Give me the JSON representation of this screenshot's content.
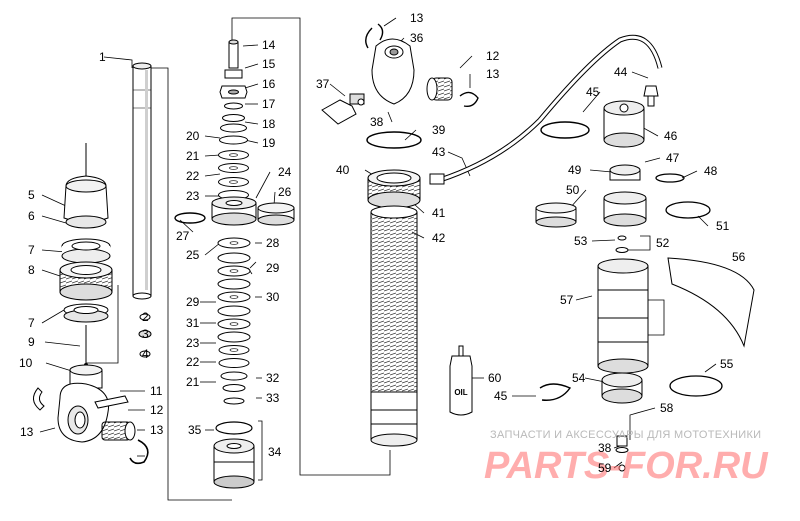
{
  "bottle_label": "OIL",
  "watermark": {
    "caption": "ЗАПЧАСТИ И АКСЕССУАРЫ ДЛЯ МОТОТЕХНИКИ",
    "brand": "PARTS-FOR.RU"
  },
  "callouts": [
    {
      "id": "c1",
      "text": "1"
    },
    {
      "id": "c2",
      "text": "2"
    },
    {
      "id": "c3",
      "text": "3"
    },
    {
      "id": "c4",
      "text": "4"
    },
    {
      "id": "c5",
      "text": "5"
    },
    {
      "id": "c6",
      "text": "6"
    },
    {
      "id": "c7a",
      "text": "7"
    },
    {
      "id": "c8",
      "text": "8"
    },
    {
      "id": "c7b",
      "text": "7"
    },
    {
      "id": "c9",
      "text": "9"
    },
    {
      "id": "c10",
      "text": "10"
    },
    {
      "id": "c11",
      "text": "11"
    },
    {
      "id": "c12a",
      "text": "12"
    },
    {
      "id": "c13a",
      "text": "13"
    },
    {
      "id": "c13b",
      "text": "13"
    },
    {
      "id": "c14",
      "text": "14"
    },
    {
      "id": "c15",
      "text": "15"
    },
    {
      "id": "c16",
      "text": "16"
    },
    {
      "id": "c17",
      "text": "17"
    },
    {
      "id": "c18",
      "text": "18"
    },
    {
      "id": "c19",
      "text": "19"
    },
    {
      "id": "c20",
      "text": "20"
    },
    {
      "id": "c21a",
      "text": "21"
    },
    {
      "id": "c22a",
      "text": "22"
    },
    {
      "id": "c23a",
      "text": "23"
    },
    {
      "id": "c24",
      "text": "24"
    },
    {
      "id": "c26",
      "text": "26"
    },
    {
      "id": "c27",
      "text": "27"
    },
    {
      "id": "c28",
      "text": "28"
    },
    {
      "id": "c25",
      "text": "25"
    },
    {
      "id": "c29a",
      "text": "29"
    },
    {
      "id": "c29b",
      "text": "29"
    },
    {
      "id": "c30",
      "text": "30"
    },
    {
      "id": "c31",
      "text": "31"
    },
    {
      "id": "c23b",
      "text": "23"
    },
    {
      "id": "c22b",
      "text": "22"
    },
    {
      "id": "c21b",
      "text": "21"
    },
    {
      "id": "c32",
      "text": "32"
    },
    {
      "id": "c33",
      "text": "33"
    },
    {
      "id": "c35",
      "text": "35"
    },
    {
      "id": "c34",
      "text": "34"
    },
    {
      "id": "c13c",
      "text": "13"
    },
    {
      "id": "c36",
      "text": "36"
    },
    {
      "id": "c12b",
      "text": "12"
    },
    {
      "id": "c13d",
      "text": "13"
    },
    {
      "id": "c37",
      "text": "37"
    },
    {
      "id": "c38a",
      "text": "38"
    },
    {
      "id": "c39",
      "text": "39"
    },
    {
      "id": "c43",
      "text": "43"
    },
    {
      "id": "c40",
      "text": "40"
    },
    {
      "id": "c41",
      "text": "41"
    },
    {
      "id": "c42",
      "text": "42"
    },
    {
      "id": "c44",
      "text": "44"
    },
    {
      "id": "c45a",
      "text": "45"
    },
    {
      "id": "c46",
      "text": "46"
    },
    {
      "id": "c47",
      "text": "47"
    },
    {
      "id": "c49",
      "text": "49"
    },
    {
      "id": "c48",
      "text": "48"
    },
    {
      "id": "c50",
      "text": "50"
    },
    {
      "id": "c51",
      "text": "51"
    },
    {
      "id": "c53",
      "text": "53"
    },
    {
      "id": "c52",
      "text": "52"
    },
    {
      "id": "c56",
      "text": "56"
    },
    {
      "id": "c57",
      "text": "57"
    },
    {
      "id": "c55",
      "text": "55"
    },
    {
      "id": "c60",
      "text": "60"
    },
    {
      "id": "c54",
      "text": "54"
    },
    {
      "id": "c45b",
      "text": "45"
    },
    {
      "id": "c58",
      "text": "58"
    },
    {
      "id": "c38b",
      "text": "38"
    },
    {
      "id": "c59",
      "text": "59"
    }
  ]
}
